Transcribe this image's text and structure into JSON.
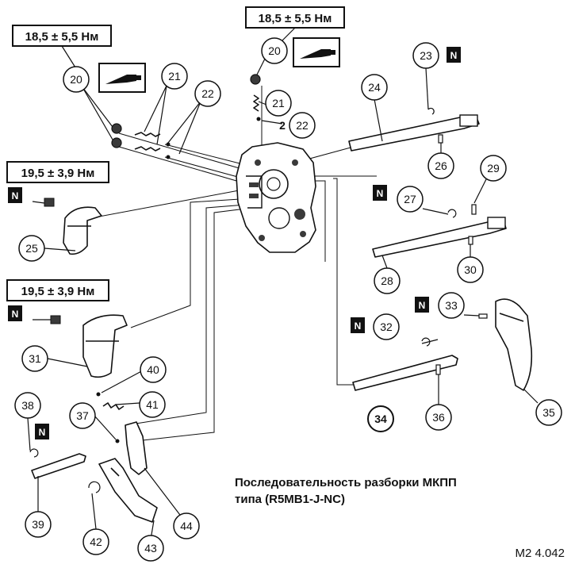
{
  "torque_labels": {
    "t1": "18,5 ± 5,5 Нм",
    "t2": "18,5 ± 5,5 Нм",
    "t3": "19,5 ± 3,9 Нм",
    "t4": "19,5 ± 3,9 Нм"
  },
  "callouts": {
    "c20a": "20",
    "c20b": "20",
    "c21a": "21",
    "c21b": "21",
    "c22a": "22",
    "c22b": "22",
    "c22b_qty": "2",
    "c23": "23",
    "c24": "24",
    "c25": "25",
    "c26": "26",
    "c27": "27",
    "c28": "28",
    "c29": "29",
    "c30": "30",
    "c31": "31",
    "c32": "32",
    "c33": "33",
    "c34": "34",
    "c35": "35",
    "c36": "36",
    "c37": "37",
    "c38": "38",
    "c39": "39",
    "c40": "40",
    "c41": "41",
    "c42": "42",
    "c43": "43",
    "c44": "44"
  },
  "n_marker": "N",
  "caption": {
    "line1": "Последовательность разборки МКПП",
    "line2": "типа (R5MB1-J-NC)"
  },
  "figure_code": "M2 4.042",
  "icons": {
    "sealant": "sealant-tube-icon",
    "replace": "new-part-marker-icon"
  }
}
